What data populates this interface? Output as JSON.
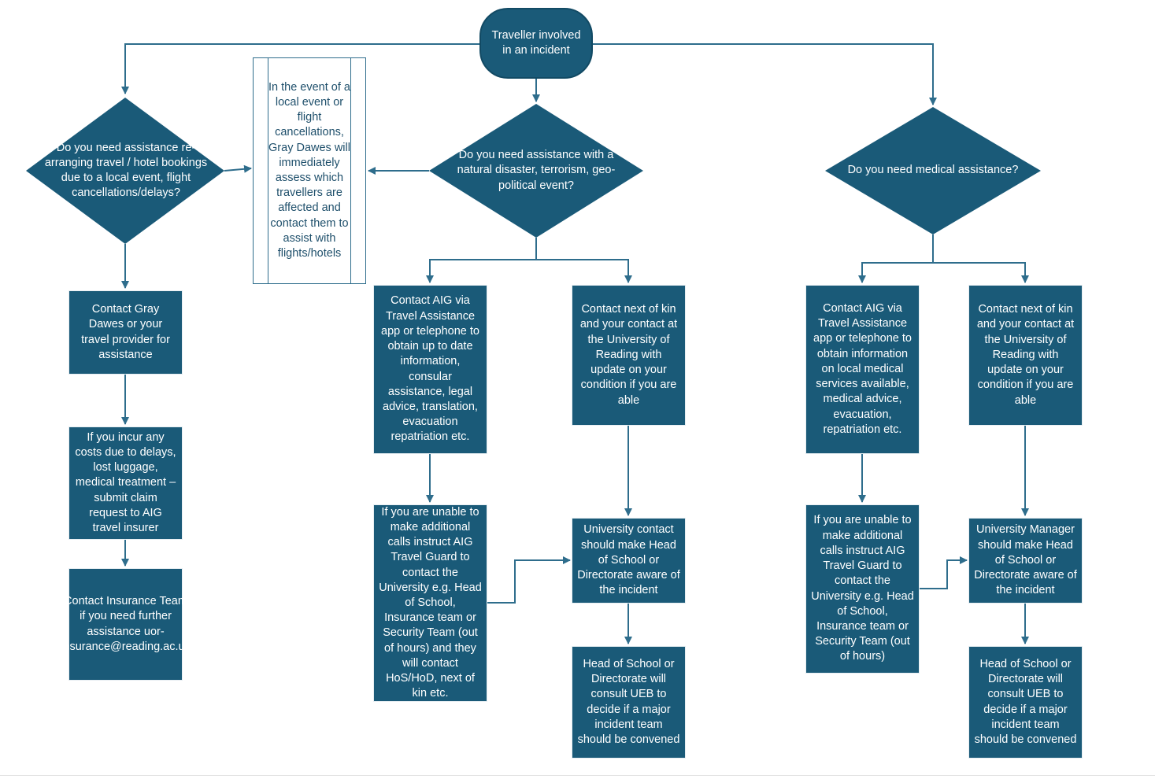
{
  "start": {
    "text": "Traveller involved in an incident"
  },
  "decisions": {
    "rearrange": "Do you need assistance re-arranging travel / hotel bookings due to a local event, flight cancellations/delays?",
    "disaster": "Do you need assistance with a natural disaster, terrorism, geo-political event?",
    "medical": "Do you need medical assistance?"
  },
  "note": {
    "text": "In the event of a local event or flight cancellations, Gray Dawes will immediately assess which travellers are affected and contact them to assist with flights/hotels"
  },
  "left_column": {
    "contact_gray_dawes": "Contact Gray Dawes or your travel provider for assistance",
    "incur_costs": "If you incur any costs due to delays, lost luggage, medical treatment – submit claim request to AIG travel insurer",
    "contact_insurance": "Contact Insurance Team if you need further assistance uor-insurance@reading.ac.uk"
  },
  "disaster_branch": {
    "contact_aig": "Contact AIG via Travel Assistance app or telephone to obtain up to date information, consular assistance, legal advice, translation, evacuation repatriation etc.",
    "next_of_kin": "Contact next of kin and your contact at the University of Reading with update on your condition if you are able",
    "unable_calls": "If you are unable to make additional calls instruct AIG Travel Guard to contact the University e.g. Head of School,  Insurance team or Security Team (out of hours) and they will contact HoS/HoD, next of kin etc.",
    "university_contact": "University contact should make Head of School or Directorate aware of the incident",
    "head_of_school": "Head of School or Directorate will consult UEB to decide if a major incident team should be convened"
  },
  "medical_branch": {
    "contact_aig": "Contact AIG via Travel Assistance app or telephone to obtain information on local medical services available, medical advice, evacuation, repatriation etc.",
    "next_of_kin": "Contact next of kin and your contact at the University of Reading with update on your condition if you are able",
    "unable_calls": "If you are unable to make additional calls instruct AIG Travel Guard to contact the University e.g. Head of School,  Insurance team or Security Team (out of hours)",
    "university_manager": "University Manager should make Head of School or Directorate aware of the incident",
    "head_of_school": "Head of School or Directorate will consult UEB to decide if a major incident team should be convened"
  },
  "colors": {
    "node_fill": "#1a5a78",
    "connector": "#2e6d8c",
    "note_text": "#1e4f6b"
  }
}
